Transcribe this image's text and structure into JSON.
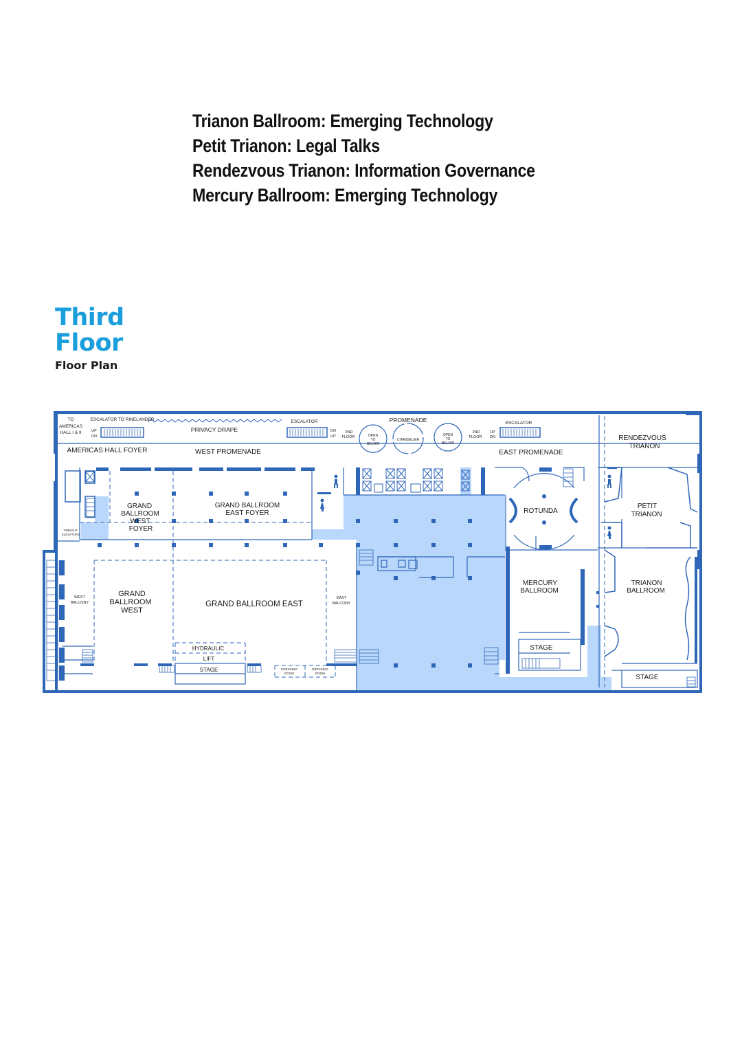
{
  "sessions": [
    "Trianon Ballroom: Emerging Technology",
    "Petit Trianon: Legal Talks",
    "Rendezvous Trianon: Information Governance",
    "Mercury Ballroom: Emerging Technology"
  ],
  "floor": {
    "line1": "Third",
    "line2": "Floor",
    "subtitle": "Floor Plan"
  },
  "colors": {
    "wall": "#2e66b8",
    "highlight": "#b9d7fb",
    "title_blue": "#1b9fdc"
  },
  "labels": {
    "to_americas": [
      "TO",
      "AMERICAS",
      "HALL I & II"
    ],
    "escalator_rinelander": "ESCALATOR TO RINELANDER",
    "privacy_drape": "PRIVACY DRAPE",
    "escalator": "ESCALATOR",
    "promenade": "PROMENADE",
    "up": "UP",
    "dn": "DN",
    "second_floor": [
      "2ND",
      "FLOOR"
    ],
    "open_to_below": [
      "OPEN",
      "TO",
      "BELOW"
    ],
    "chandelier": "CHANDELIER",
    "americas_hall_foyer": "AMERICAS HALL FOYER",
    "west_promenade": "WEST PROMENADE",
    "east_promenade": "EAST PROMENADE",
    "rendezvous_trianon": [
      "RENDEZVOUS",
      "TRIANON"
    ],
    "petit_trianon": [
      "PETIT",
      "TRIANON"
    ],
    "rotunda": "ROTUNDA",
    "grand_ballroom_west_foyer": [
      "GRAND",
      "BALLROOM",
      "WEST",
      "FOYER"
    ],
    "grand_ballroom_east_foyer": [
      "GRAND BALLROOM",
      "EAST FOYER"
    ],
    "freight_elevators": [
      "FREIGHT",
      "ELEVATORS"
    ],
    "west_balcony": [
      "WEST",
      "BALCONY"
    ],
    "east_balcony": [
      "EAST",
      "BALCONY"
    ],
    "grand_ballroom_west": [
      "GRAND",
      "BALLROOM",
      "WEST"
    ],
    "grand_ballroom_east": "GRAND BALLROOM EAST",
    "mercury_ballroom": [
      "MERCURY",
      "BALLROOM"
    ],
    "trianon_ballroom": [
      "TRIANON",
      "BALLROOM"
    ],
    "hydraulic": "HYDRAULIC",
    "lift": "LIFT",
    "stage": "STAGE",
    "dressing_room": [
      "DRESSING",
      "ROOM"
    ]
  }
}
